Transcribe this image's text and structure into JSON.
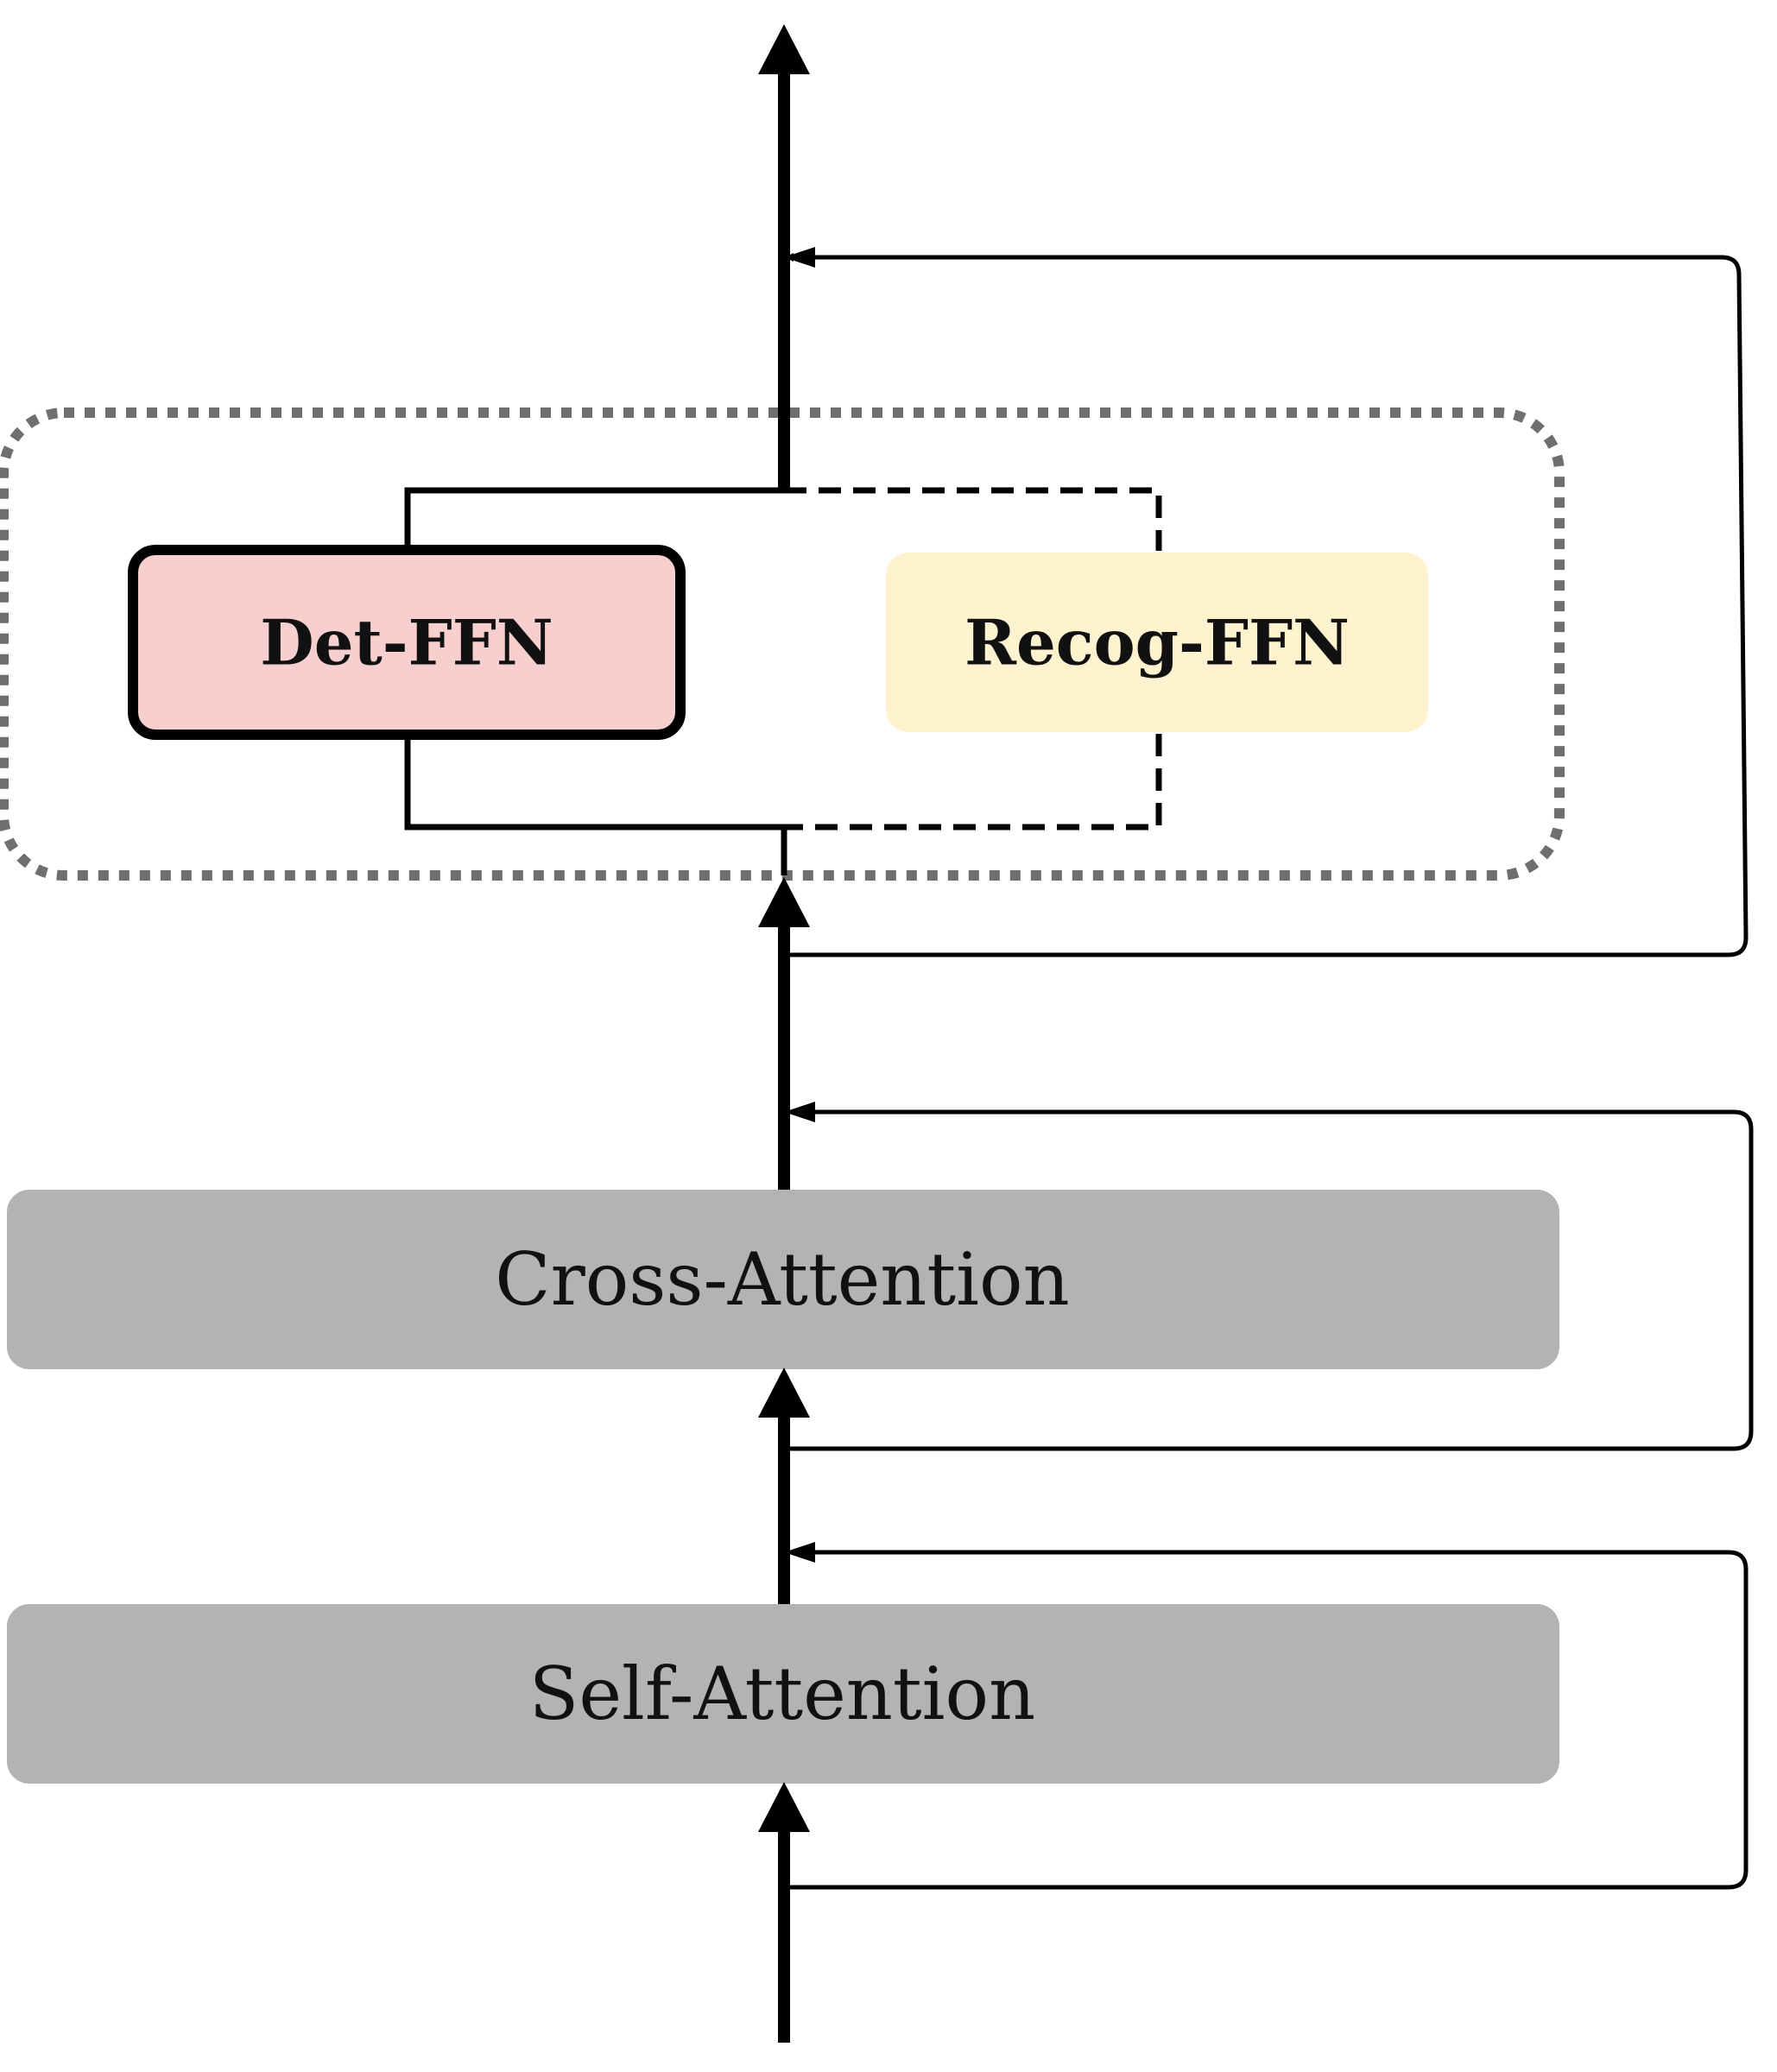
{
  "diagram": {
    "blocks": {
      "det_ffn": {
        "label": "Det-FFN"
      },
      "recog_ffn": {
        "label": "Recog-FFN"
      },
      "cross_attention": {
        "label": "Cross-Attention"
      },
      "self_attention": {
        "label": "Self-Attention"
      }
    }
  }
}
